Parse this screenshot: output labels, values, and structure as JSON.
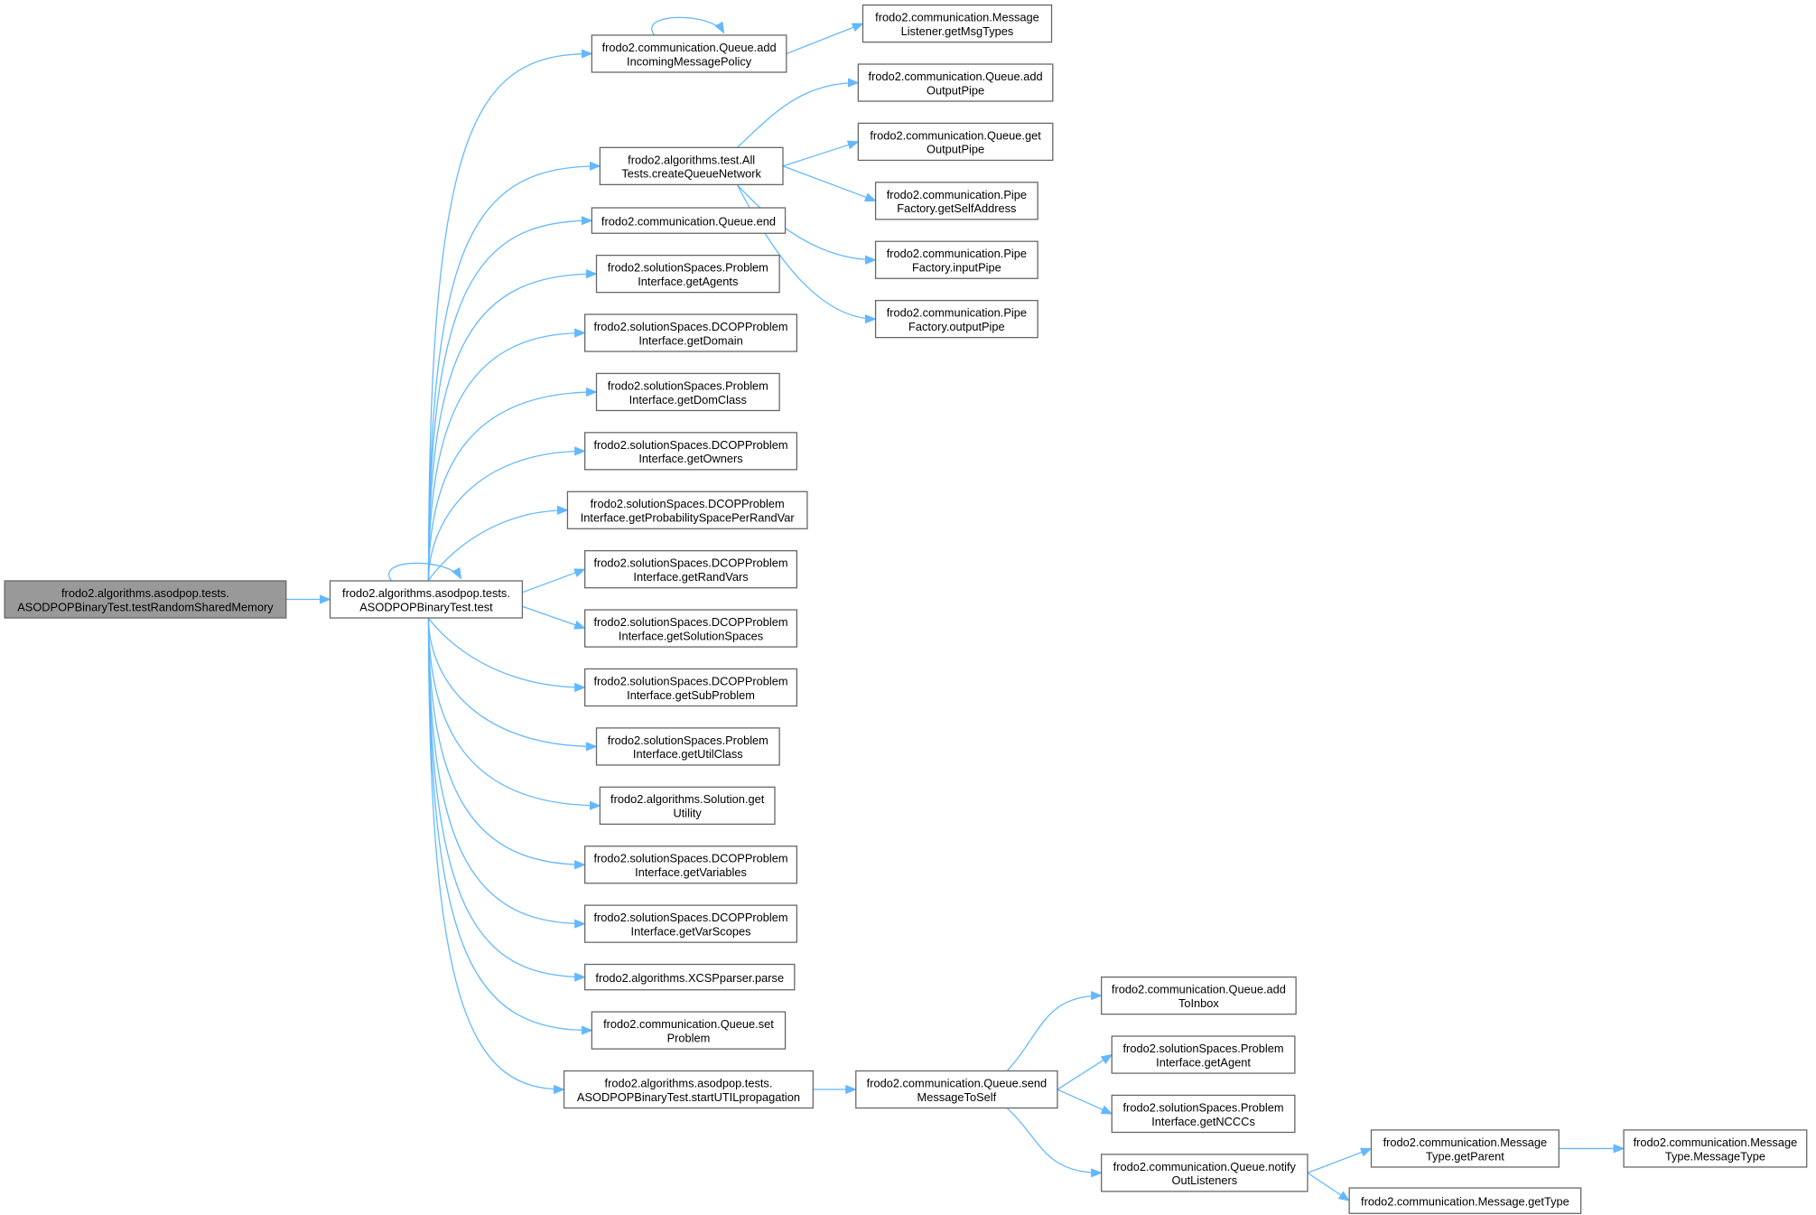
{
  "graph": {
    "edge_color": "#63b8ff",
    "root_fill": "#999999",
    "nodes": {
      "root": [
        "frodo2.algorithms.asodpop.tests.",
        "ASODPOPBinaryTest.testRandomSharedMemory"
      ],
      "test": [
        "frodo2.algorithms.asodpop.tests.",
        "ASODPOPBinaryTest.test"
      ],
      "addIncoming": [
        "frodo2.communication.Queue.add",
        "IncomingMessagePolicy"
      ],
      "createQueue": [
        "frodo2.algorithms.test.All",
        "Tests.createQueueNetwork"
      ],
      "end": [
        "frodo2.communication.Queue.end"
      ],
      "getAgents": [
        "frodo2.solutionSpaces.Problem",
        "Interface.getAgents"
      ],
      "getDomain": [
        "frodo2.solutionSpaces.DCOPProblem",
        "Interface.getDomain"
      ],
      "getDomClass": [
        "frodo2.solutionSpaces.Problem",
        "Interface.getDomClass"
      ],
      "getOwners": [
        "frodo2.solutionSpaces.DCOPProblem",
        "Interface.getOwners"
      ],
      "getProb": [
        "frodo2.solutionSpaces.DCOPProblem",
        "Interface.getProbabilitySpacePerRandVar"
      ],
      "getRandVars": [
        "frodo2.solutionSpaces.DCOPProblem",
        "Interface.getRandVars"
      ],
      "getSolSpaces": [
        "frodo2.solutionSpaces.DCOPProblem",
        "Interface.getSolutionSpaces"
      ],
      "getSubProblem": [
        "frodo2.solutionSpaces.DCOPProblem",
        "Interface.getSubProblem"
      ],
      "getUtilClass": [
        "frodo2.solutionSpaces.Problem",
        "Interface.getUtilClass"
      ],
      "getUtility": [
        "frodo2.algorithms.Solution.get",
        "Utility"
      ],
      "getVariables": [
        "frodo2.solutionSpaces.DCOPProblem",
        "Interface.getVariables"
      ],
      "getVarScopes": [
        "frodo2.solutionSpaces.DCOPProblem",
        "Interface.getVarScopes"
      ],
      "parse": [
        "frodo2.algorithms.XCSPparser.parse"
      ],
      "setProblem": [
        "frodo2.communication.Queue.set",
        "Problem"
      ],
      "startUTIL": [
        "frodo2.algorithms.asodpop.tests.",
        "ASODPOPBinaryTest.startUTILpropagation"
      ],
      "getMsgTypes": [
        "frodo2.communication.Message",
        "Listener.getMsgTypes"
      ],
      "addOutputPipe": [
        "frodo2.communication.Queue.add",
        "OutputPipe"
      ],
      "getOutputPipe": [
        "frodo2.communication.Queue.get",
        "OutputPipe"
      ],
      "getSelfAddress": [
        "frodo2.communication.Pipe",
        "Factory.getSelfAddress"
      ],
      "inputPipe": [
        "frodo2.communication.Pipe",
        "Factory.inputPipe"
      ],
      "outputPipe": [
        "frodo2.communication.Pipe",
        "Factory.outputPipe"
      ],
      "sendMsg": [
        "frodo2.communication.Queue.send",
        "MessageToSelf"
      ],
      "addToInbox": [
        "frodo2.communication.Queue.add",
        "ToInbox"
      ],
      "getAgent": [
        "frodo2.solutionSpaces.Problem",
        "Interface.getAgent"
      ],
      "getNCCCs": [
        "frodo2.solutionSpaces.Problem",
        "Interface.getNCCCs"
      ],
      "notifyOut": [
        "frodo2.communication.Queue.notify",
        "OutListeners"
      ],
      "getParent": [
        "frodo2.communication.Message",
        "Type.getParent"
      ],
      "getType": [
        "frodo2.communication.Message.getType"
      ],
      "msgType": [
        "frodo2.communication.Message",
        "Type.MessageType"
      ]
    },
    "edges": [
      [
        "root",
        "test"
      ],
      [
        "test",
        "test"
      ],
      [
        "test",
        "addIncoming"
      ],
      [
        "addIncoming",
        "addIncoming"
      ],
      [
        "addIncoming",
        "getMsgTypes"
      ],
      [
        "test",
        "createQueue"
      ],
      [
        "createQueue",
        "addOutputPipe"
      ],
      [
        "createQueue",
        "getOutputPipe"
      ],
      [
        "createQueue",
        "getSelfAddress"
      ],
      [
        "createQueue",
        "inputPipe"
      ],
      [
        "createQueue",
        "outputPipe"
      ],
      [
        "test",
        "end"
      ],
      [
        "test",
        "getAgents"
      ],
      [
        "test",
        "getDomain"
      ],
      [
        "test",
        "getDomClass"
      ],
      [
        "test",
        "getOwners"
      ],
      [
        "test",
        "getProb"
      ],
      [
        "test",
        "getRandVars"
      ],
      [
        "test",
        "getSolSpaces"
      ],
      [
        "test",
        "getSubProblem"
      ],
      [
        "test",
        "getUtilClass"
      ],
      [
        "test",
        "getUtility"
      ],
      [
        "test",
        "getVariables"
      ],
      [
        "test",
        "getVarScopes"
      ],
      [
        "test",
        "parse"
      ],
      [
        "test",
        "setProblem"
      ],
      [
        "test",
        "startUTIL"
      ],
      [
        "startUTIL",
        "sendMsg"
      ],
      [
        "sendMsg",
        "addToInbox"
      ],
      [
        "sendMsg",
        "getAgent"
      ],
      [
        "sendMsg",
        "getNCCCs"
      ],
      [
        "sendMsg",
        "notifyOut"
      ],
      [
        "notifyOut",
        "getParent"
      ],
      [
        "notifyOut",
        "getType"
      ],
      [
        "getParent",
        "msgType"
      ]
    ]
  }
}
